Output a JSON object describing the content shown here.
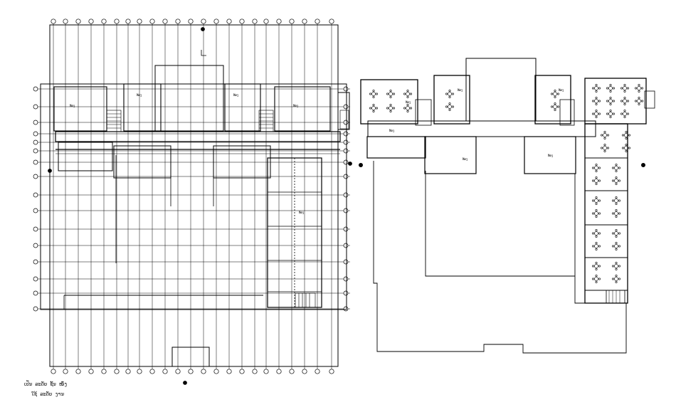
{
  "drawing": {
    "caption_line1": "ເປັນ ລະດັບ ຊັ້ນ ໜຶ່ງ",
    "caption_line2": "ໃຊ້ ລະດັບ ງານ",
    "stroke_color": "#000000",
    "background_color": "#ffffff",
    "left_plan": {
      "room_labels": [
        "ຫ້ອງ",
        "ຫ້ອງ",
        "ຫ້ອງ",
        "ຫ້ອງ",
        "ຫ້ອງ"
      ]
    },
    "right_plan": {
      "room_labels": [
        "ຫ້ອງ",
        "ຫ້ອງ",
        "ຫ້ອງ",
        "ຫ້ອງ",
        "ຫ້ອງ",
        "ຫ້ອງ"
      ]
    }
  }
}
